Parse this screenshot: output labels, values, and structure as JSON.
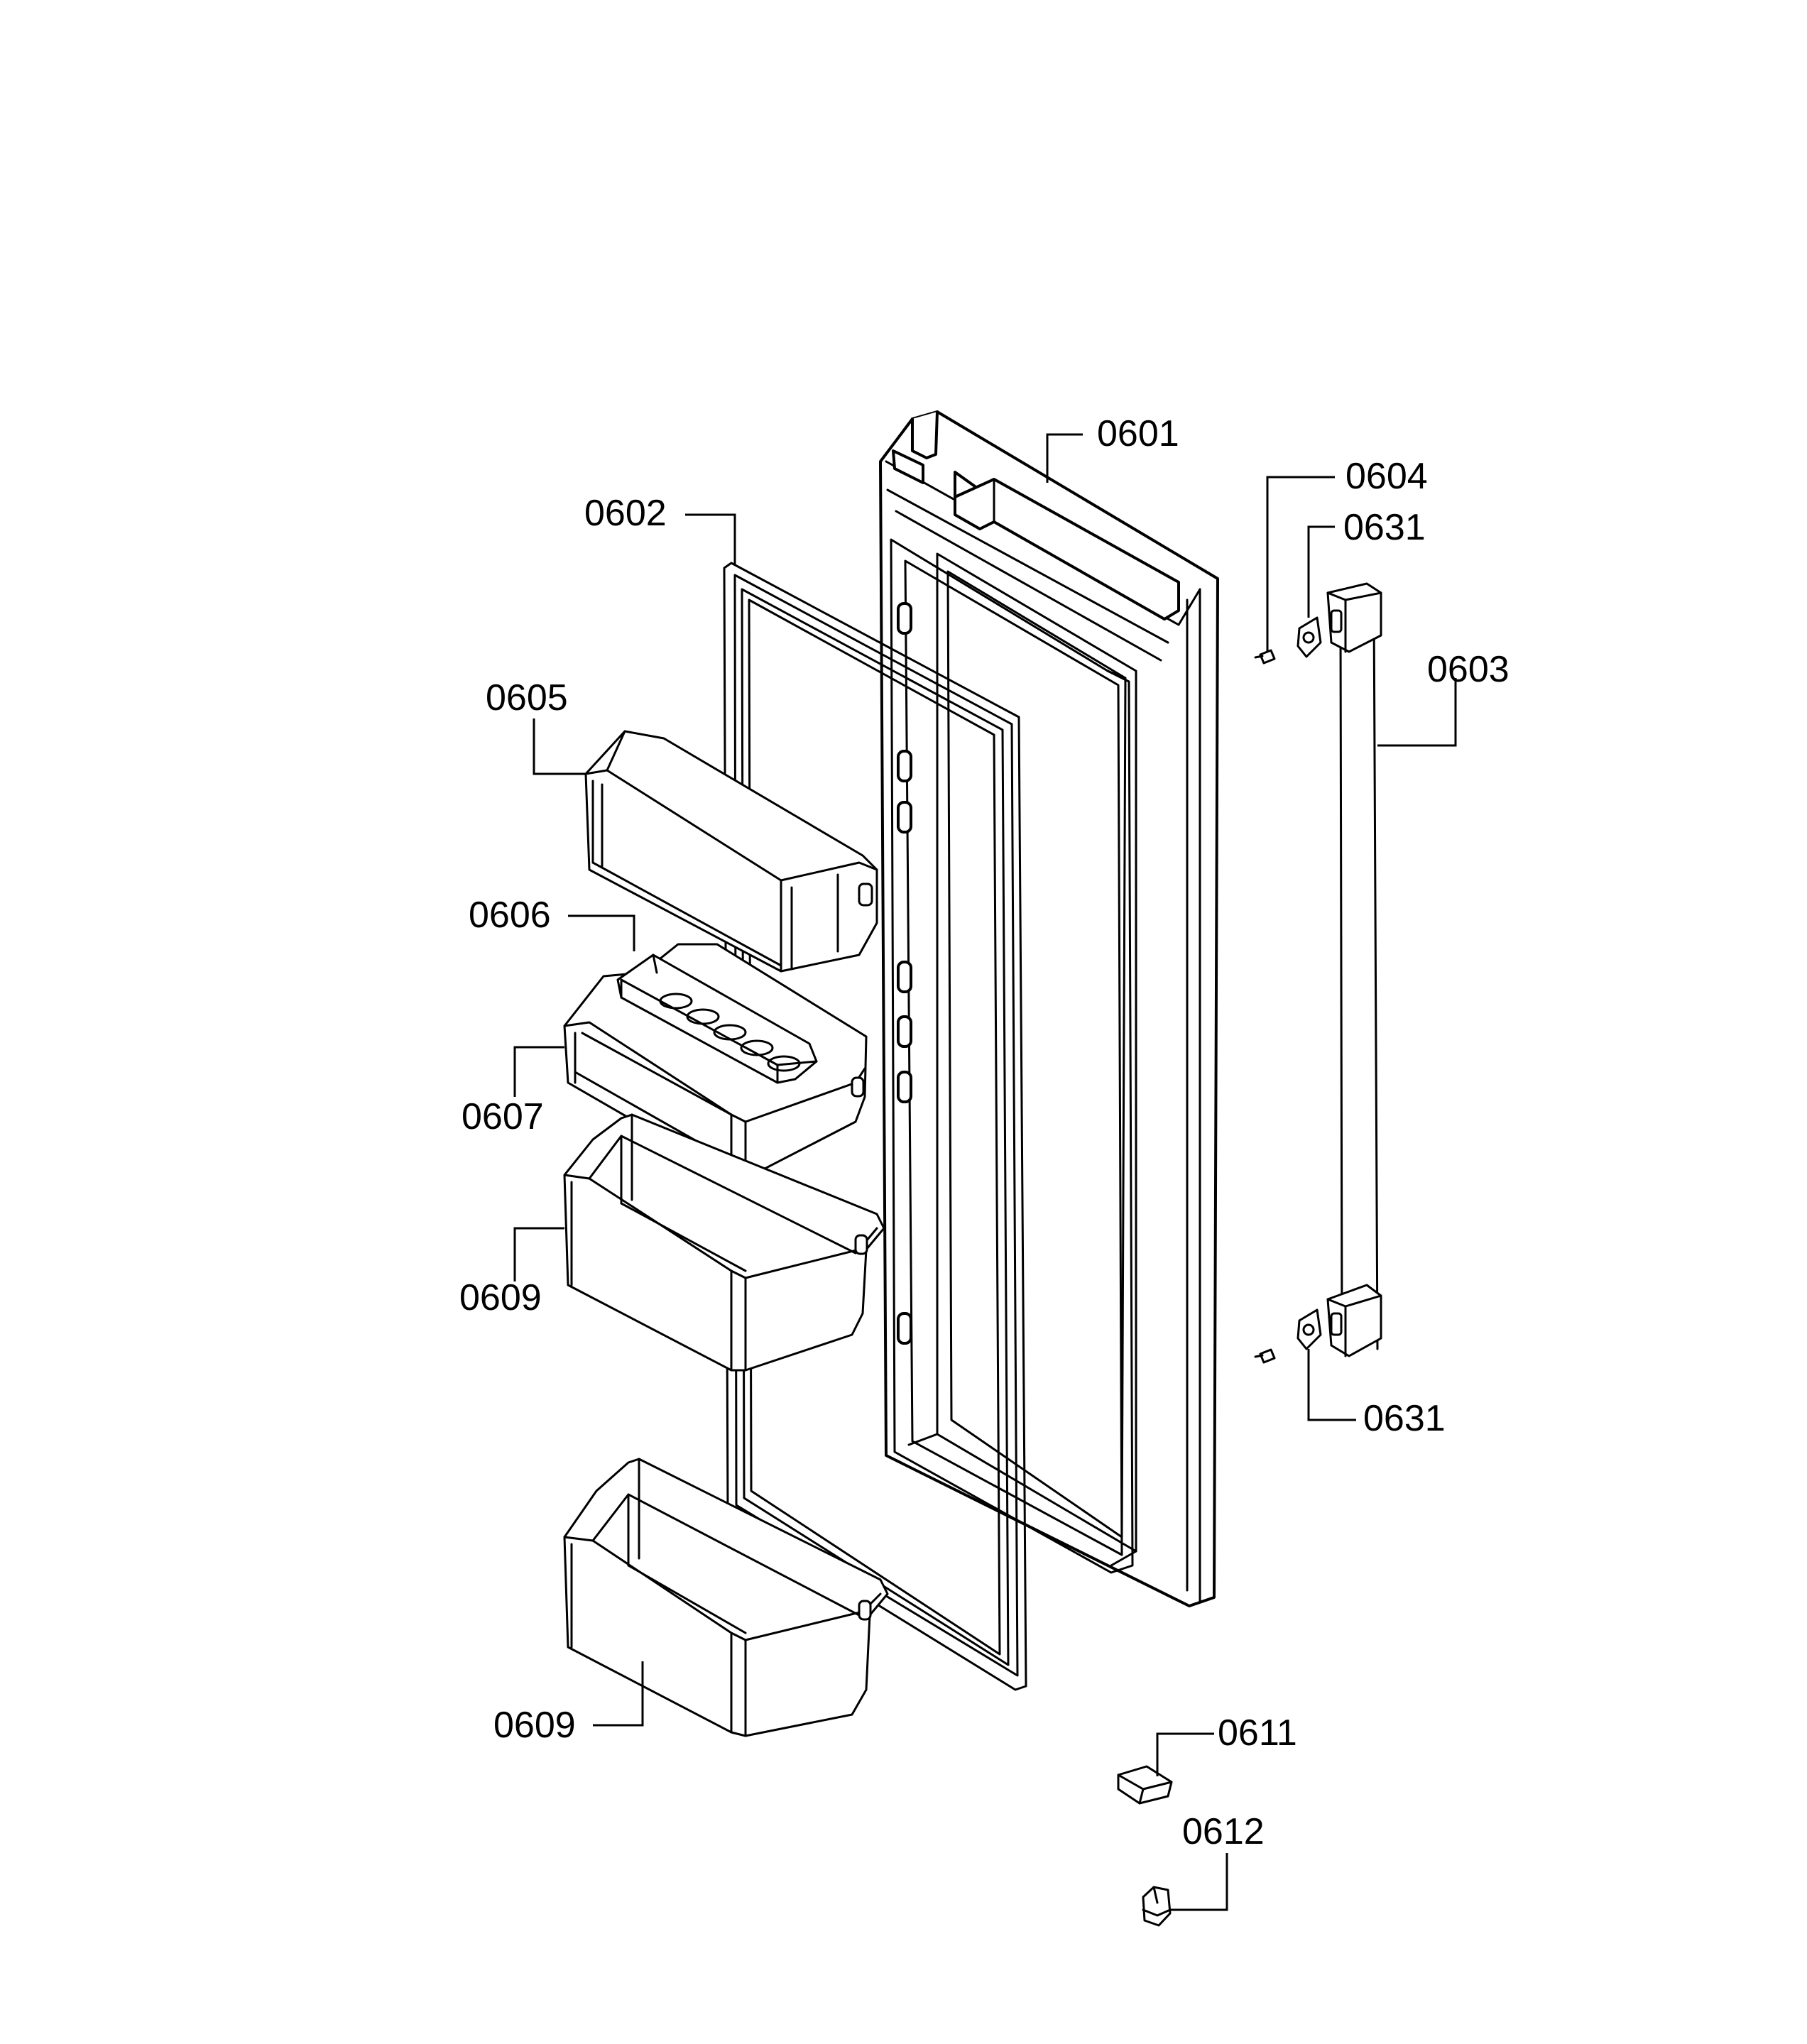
{
  "diagram": {
    "callouts": {
      "c0601": "0601",
      "c0602": "0602",
      "c0603": "0603",
      "c0604": "0604",
      "c0605": "0605",
      "c0606": "0606",
      "c0607": "0607",
      "c0609a": "0609",
      "c0609b": "0609",
      "c0611": "0611",
      "c0612": "0612",
      "c0631a": "0631",
      "c0631b": "0631"
    }
  }
}
